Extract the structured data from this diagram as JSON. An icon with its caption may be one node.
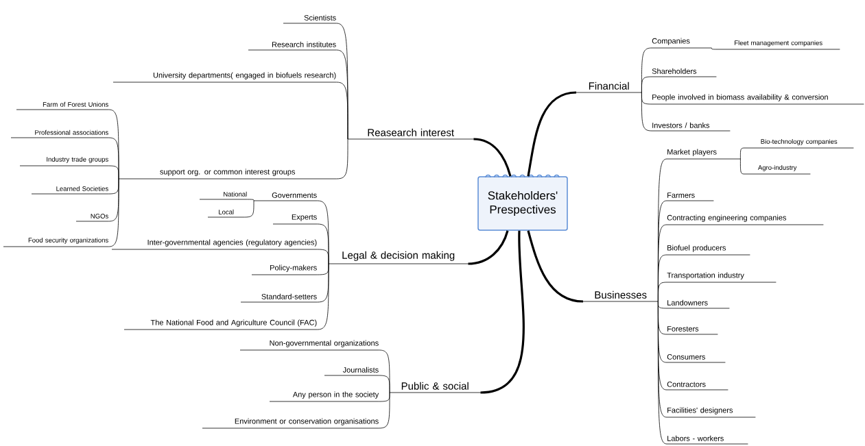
{
  "diagram": {
    "nodes": [
      {
        "text": [
          "Stakeholders' Prespectives"
        ]
      },
      {
        "text": [
          "Reasearch interest"
        ]
      },
      {
        "text": [
          "Scientists"
        ]
      },
      {
        "text": [
          "Research  institutes"
        ]
      },
      {
        "text": [
          "University departments( engaged  in biofuels research)"
        ]
      },
      {
        "text": [
          "support org. or common interest  groups"
        ]
      },
      {
        "text": [
          "Farm  of  Forest  Unions"
        ]
      },
      {
        "text": [
          "Professional  associations"
        ]
      },
      {
        "text": [
          "Industry  trade  groups"
        ]
      },
      {
        "text": [
          "Learned  Societies"
        ]
      },
      {
        "text": [
          "NGOs"
        ]
      },
      {
        "text": [
          "Food security organizations"
        ]
      },
      {
        "text": [
          "Legal & decision making"
        ]
      },
      {
        "text": [
          "Governments"
        ]
      },
      {
        "text": [
          "National"
        ]
      },
      {
        "text": [
          "Local"
        ]
      },
      {
        "text": [
          "Experts"
        ]
      },
      {
        "text": [
          "Inter-governmental agencies (regulatory agencies)"
        ]
      },
      {
        "text": [
          "Policy-makers"
        ]
      },
      {
        "text": [
          "Standard-setters"
        ]
      },
      {
        "text": [
          "The National Food and Agriculture Council (FAC)"
        ]
      },
      {
        "text": [
          "Public & social"
        ]
      },
      {
        "text": [
          "Non-governmental  organizations"
        ]
      },
      {
        "text": [
          "Journalists"
        ]
      },
      {
        "text": [
          "Any person in the society"
        ]
      },
      {
        "text": [
          "Environment or conservation organisations"
        ]
      },
      {
        "text": [
          "Financial"
        ]
      },
      {
        "text": [
          "Companies"
        ]
      },
      {
        "text": [
          "Fleet  management  companies"
        ]
      },
      {
        "text": [
          "Shareholders"
        ]
      },
      {
        "text": [
          "People involved in biomass availability & conversion"
        ]
      },
      {
        "text": [
          "Investors / banks"
        ]
      },
      {
        "text": [
          "Businesses"
        ]
      },
      {
        "text": [
          "Market players"
        ]
      },
      {
        "text": [
          "Bio-technology companies"
        ]
      },
      {
        "text": [
          "Agro-industry"
        ]
      },
      {
        "text": [
          "Farmers"
        ]
      },
      {
        "text": [
          "Contracting  engineering  companies"
        ]
      },
      {
        "text": [
          "Biofuel producers"
        ]
      },
      {
        "text": [
          "Transportation  industry"
        ]
      },
      {
        "text": [
          "Landowners"
        ]
      },
      {
        "text": [
          "Foresters"
        ]
      },
      {
        "text": [
          "Consumers"
        ]
      },
      {
        "text": [
          "Contractors"
        ]
      },
      {
        "text": [
          "Facilities' designers"
        ]
      },
      {
        "text": [
          "Labors - workers"
        ]
      }
    ],
    "edges": [
      {
        "from": 0,
        "to": 1,
        "arrow": "none",
        "style": "thick"
      },
      {
        "from": 1,
        "to": 2,
        "arrow": "none"
      },
      {
        "from": 1,
        "to": 3,
        "arrow": "none"
      },
      {
        "from": 1,
        "to": 4,
        "arrow": "none"
      },
      {
        "from": 1,
        "to": 5,
        "arrow": "none"
      },
      {
        "from": 5,
        "to": 6,
        "arrow": "none"
      },
      {
        "from": 5,
        "to": 7,
        "arrow": "none"
      },
      {
        "from": 5,
        "to": 8,
        "arrow": "none"
      },
      {
        "from": 5,
        "to": 9,
        "arrow": "none"
      },
      {
        "from": 5,
        "to": 10,
        "arrow": "none"
      },
      {
        "from": 5,
        "to": 11,
        "arrow": "none"
      },
      {
        "from": 0,
        "to": 12,
        "arrow": "none",
        "style": "thick"
      },
      {
        "from": 12,
        "to": 13,
        "arrow": "none"
      },
      {
        "from": 13,
        "to": 14,
        "arrow": "none"
      },
      {
        "from": 13,
        "to": 15,
        "arrow": "none"
      },
      {
        "from": 12,
        "to": 16,
        "arrow": "none"
      },
      {
        "from": 12,
        "to": 17,
        "arrow": "none"
      },
      {
        "from": 12,
        "to": 18,
        "arrow": "none"
      },
      {
        "from": 12,
        "to": 19,
        "arrow": "none"
      },
      {
        "from": 12,
        "to": 20,
        "arrow": "none"
      },
      {
        "from": 0,
        "to": 21,
        "arrow": "none",
        "style": "thick"
      },
      {
        "from": 21,
        "to": 22,
        "arrow": "none"
      },
      {
        "from": 21,
        "to": 23,
        "arrow": "none"
      },
      {
        "from": 21,
        "to": 24,
        "arrow": "none"
      },
      {
        "from": 21,
        "to": 25,
        "arrow": "none"
      },
      {
        "from": 0,
        "to": 26,
        "arrow": "none",
        "style": "thick"
      },
      {
        "from": 26,
        "to": 27,
        "arrow": "none"
      },
      {
        "from": 27,
        "to": 28,
        "arrow": "none"
      },
      {
        "from": 26,
        "to": 29,
        "arrow": "none"
      },
      {
        "from": 26,
        "to": 30,
        "arrow": "none"
      },
      {
        "from": 26,
        "to": 31,
        "arrow": "none"
      },
      {
        "from": 0,
        "to": 32,
        "arrow": "none",
        "style": "thick"
      },
      {
        "from": 32,
        "to": 33,
        "arrow": "none"
      },
      {
        "from": 33,
        "to": 34,
        "arrow": "none"
      },
      {
        "from": 33,
        "to": 35,
        "arrow": "none"
      },
      {
        "from": 32,
        "to": 36,
        "arrow": "none"
      },
      {
        "from": 32,
        "to": 37,
        "arrow": "none"
      },
      {
        "from": 32,
        "to": 38,
        "arrow": "none"
      },
      {
        "from": 32,
        "to": 39,
        "arrow": "none"
      },
      {
        "from": 32,
        "to": 40,
        "arrow": "none"
      },
      {
        "from": 32,
        "to": 41,
        "arrow": "none"
      },
      {
        "from": 32,
        "to": 42,
        "arrow": "none"
      },
      {
        "from": 32,
        "to": 43,
        "arrow": "none"
      },
      {
        "from": 32,
        "to": 44,
        "arrow": "none"
      },
      {
        "from": 32,
        "to": 45,
        "arrow": "none"
      }
    ]
  }
}
